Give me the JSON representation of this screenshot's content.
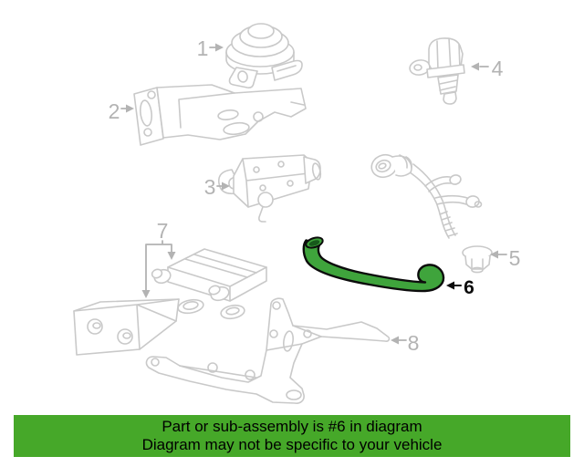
{
  "banner": {
    "line1": "Part or sub-assembly is #6 in diagram",
    "line2": "Diagram may not be specific to your vehicle"
  },
  "diagram": {
    "highlighted_part": "6",
    "parts": [
      {
        "label": "1"
      },
      {
        "label": "2"
      },
      {
        "label": "3"
      },
      {
        "label": "4"
      },
      {
        "label": "5"
      },
      {
        "label": "6"
      },
      {
        "label": "7"
      },
      {
        "label": "8"
      }
    ]
  },
  "colors": {
    "background": "#ffffff",
    "line-gray": "#c9c9c9",
    "label-gray": "#b3b3b3",
    "hose-green": "#3fa43c",
    "hose-dark-green": "#17591b",
    "outline-black": "#0c0c0c",
    "banner-green": "#46a829",
    "banner-text": "#000000"
  }
}
